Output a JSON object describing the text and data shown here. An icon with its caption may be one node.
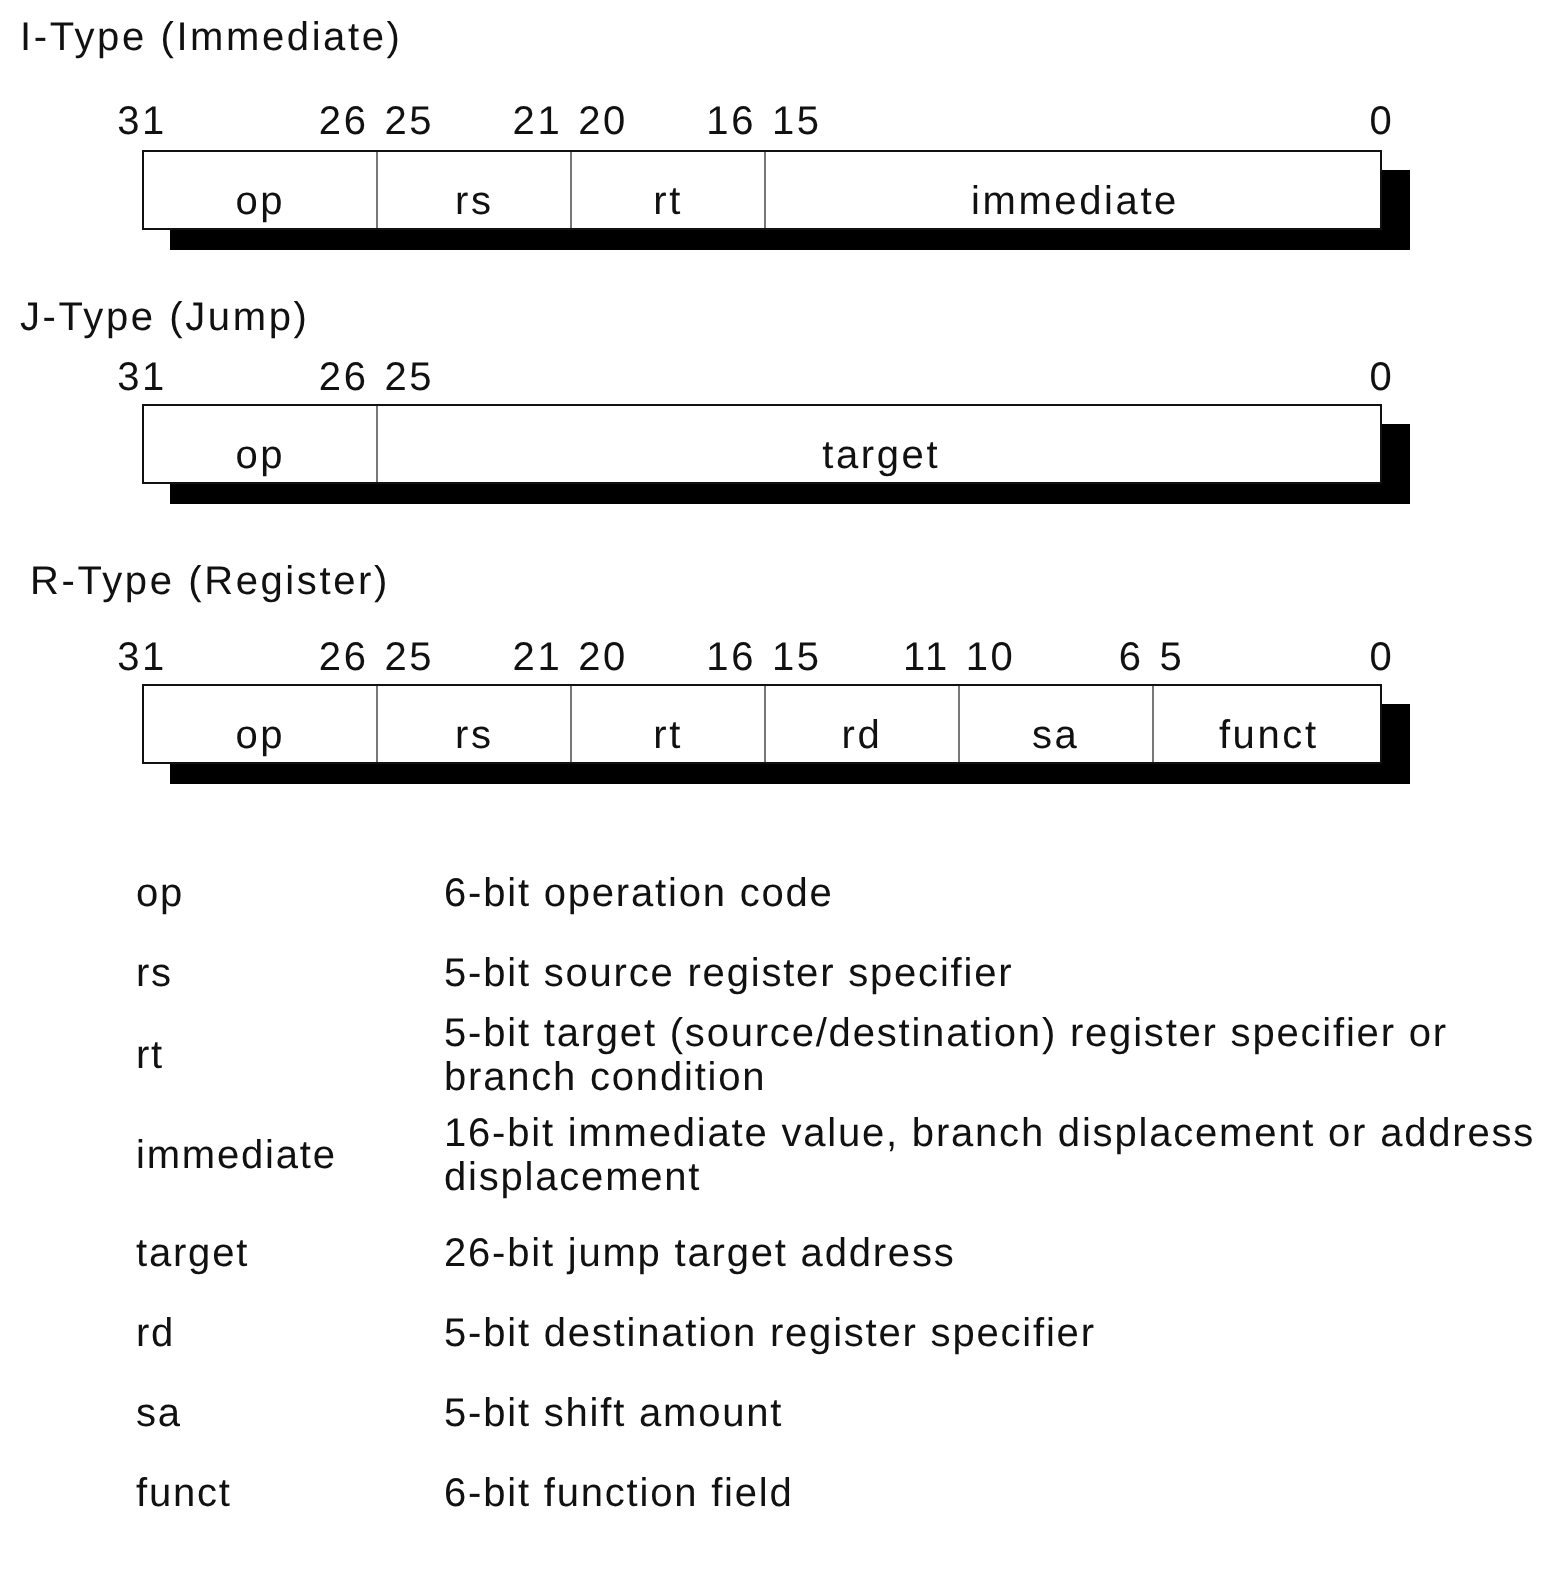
{
  "diagram": {
    "nodes": [
      {
        "text": [
          "I-Type (Immediate)"
        ]
      },
      {
        "text": [
          "op"
        ],
        "in": 0
      },
      {
        "text": [
          "rs"
        ],
        "in": 0
      },
      {
        "text": [
          "rt"
        ],
        "in": 0
      },
      {
        "text": [
          "immediate"
        ],
        "in": 0
      },
      {
        "text": [
          "J-Type (Jump)"
        ]
      },
      {
        "text": [
          "op"
        ],
        "in": 5
      },
      {
        "text": [
          "target"
        ],
        "in": 5
      },
      {
        "text": [
          "R-Type (Register)"
        ]
      },
      {
        "text": [
          "op"
        ],
        "in": 8
      },
      {
        "text": [
          "rs"
        ],
        "in": 8
      },
      {
        "text": [
          "rt"
        ],
        "in": 8
      },
      {
        "text": [
          "rd"
        ],
        "in": 8
      },
      {
        "text": [
          "sa"
        ],
        "in": 8
      },
      {
        "text": [
          "funct"
        ],
        "in": 8
      }
    ],
    "edges": [],
    "labels": [
      "31",
      "26",
      "25",
      "21",
      "20",
      "16",
      "15",
      "0",
      "31",
      "26",
      "25",
      "0",
      "31",
      "26",
      "25",
      "21",
      "20",
      "16",
      "15",
      "11",
      "10",
      "6",
      "5",
      "0",
      "op",
      "6-bit operation code",
      "rs",
      "5-bit source register specifier",
      "rt",
      "5-bit target (source/destination) register specifier or branch condition",
      "immediate",
      "16-bit immediate value, branch displacement or address displacement",
      "target",
      "26-bit jump target address",
      "rd",
      "5-bit destination register specifier",
      "sa",
      "5-bit shift amount",
      "funct",
      "6-bit function field"
    ]
  }
}
